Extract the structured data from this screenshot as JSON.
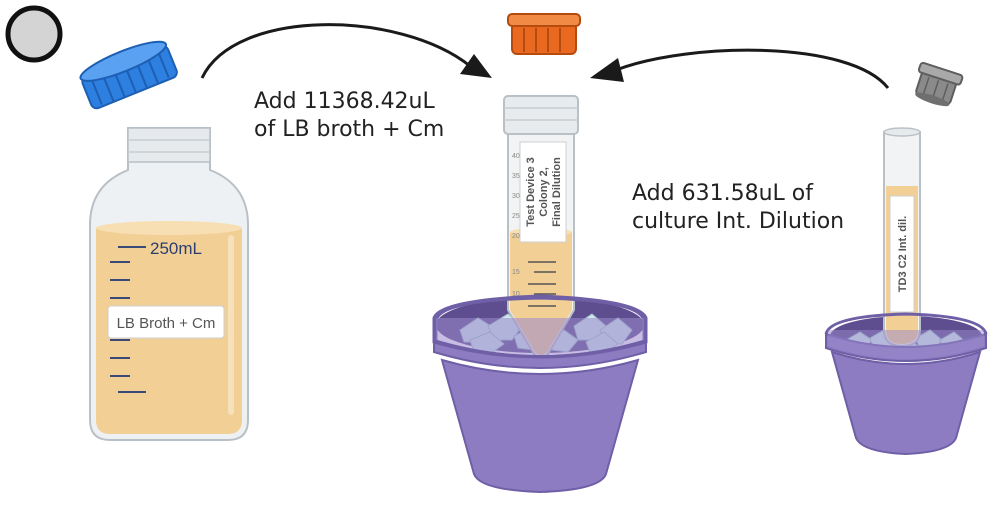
{
  "instructions": {
    "broth_line1": "Add 11368.42uL",
    "broth_line2": "of LB broth + Cm",
    "culture_line1": "Add 631.58uL of",
    "culture_line2": "culture Int. Dilution"
  },
  "bottle": {
    "label": "LB Broth + Cm",
    "volume_mark": "250mL",
    "liquid_color": "#f1cf95",
    "cap_color": "#2d7fe0"
  },
  "conical_tube": {
    "label_line1": "Test Device 3",
    "label_line2": "Colony 2,",
    "label_line3": "Final Dilution",
    "graduations": [
      "10",
      "15",
      "20",
      "25",
      "30",
      "35",
      "40"
    ],
    "cap_color": "#e8691f"
  },
  "test_tube": {
    "label": "TD3 C2 Int. dil.",
    "cap_color": "#8a8a8a"
  },
  "ice_bucket_color": "#8e7cc3",
  "arrow_color": "#1a1a1a",
  "icons": [
    "empty-circle-icon",
    "bottle-cap-icon",
    "conical-cap-icon",
    "tube-cap-icon",
    "ice-bucket-icon",
    "ice-icon",
    "arrow-icon"
  ]
}
